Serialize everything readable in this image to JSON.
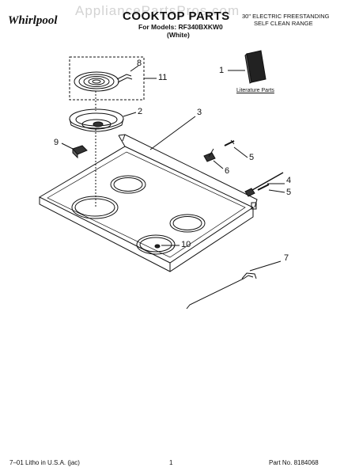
{
  "header": {
    "watermark": "AppliancePartsPros.com",
    "brand": "Whirlpool",
    "title": "COOKTOP PARTS",
    "models_line": "For Models: RF340BXKW0",
    "color_line": "(White)",
    "range_line1": "30\" ELECTRIC FREESTANDING",
    "range_line2": "SELF CLEAN RANGE"
  },
  "diagram": {
    "literature_label": "Literature Parts",
    "callouts": [
      "1",
      "2",
      "3",
      "4",
      "5",
      "5",
      "6",
      "7",
      "8",
      "9",
      "10",
      "11"
    ]
  },
  "footer": {
    "left": "7–01 Litho in U.S.A. (jac)",
    "center": "1",
    "right": "Part No. 8184068"
  }
}
